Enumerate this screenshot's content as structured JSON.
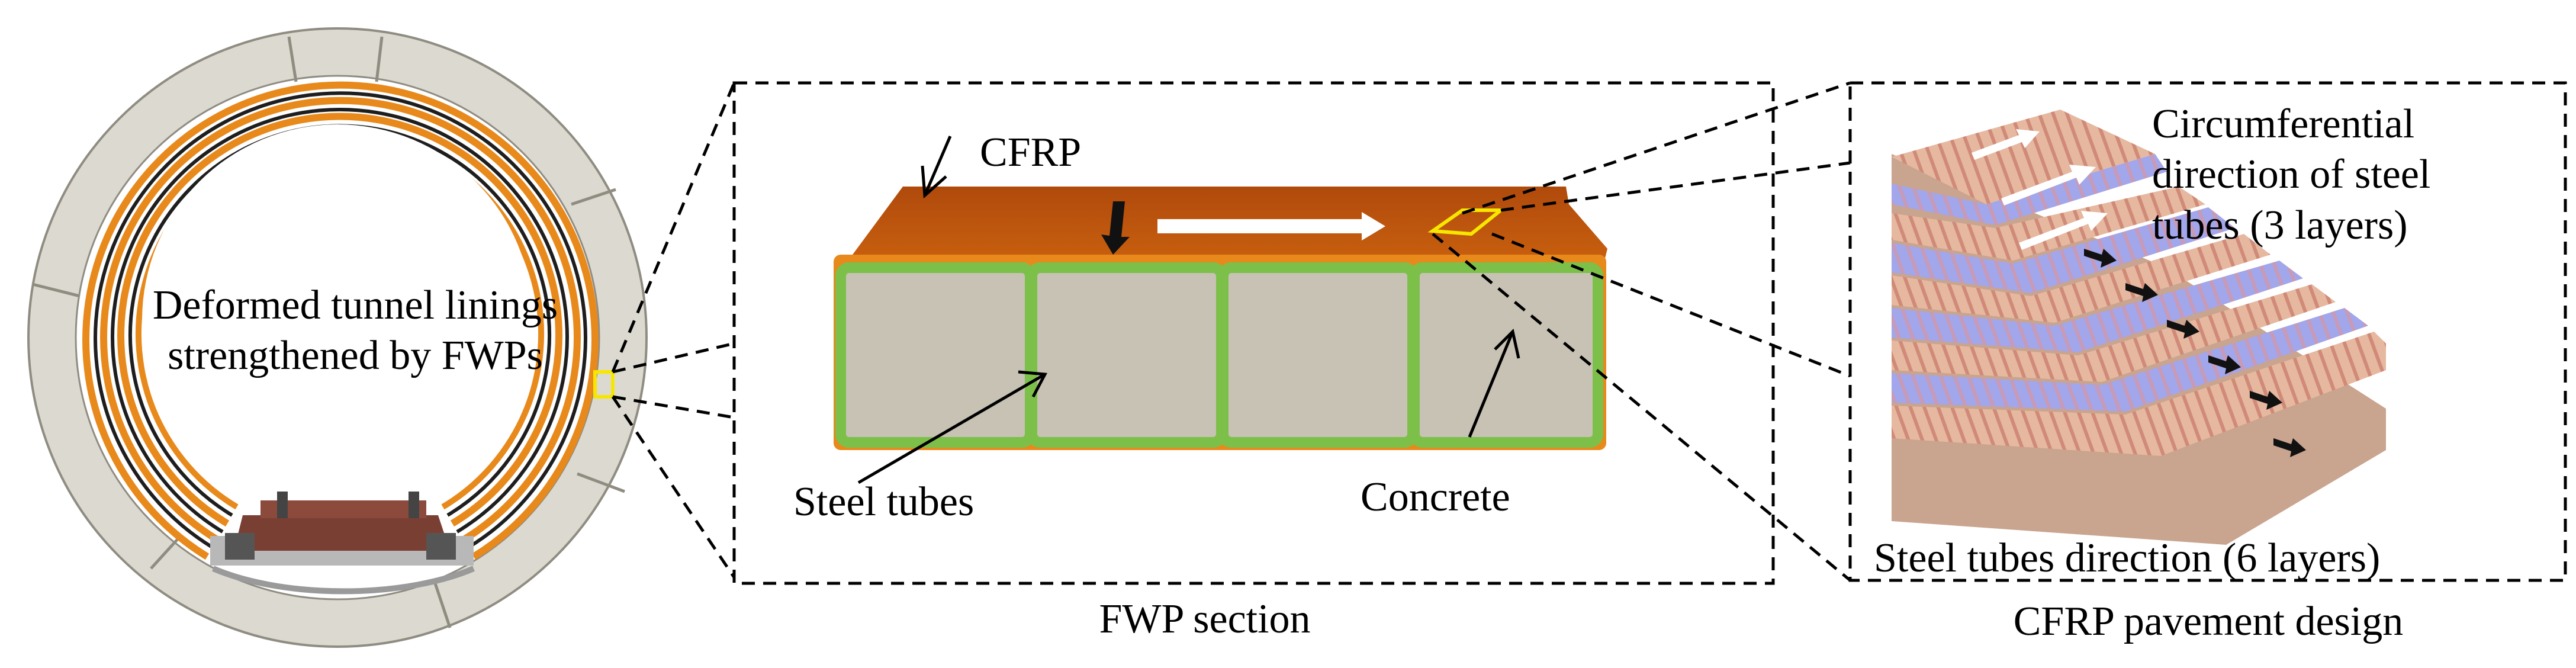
{
  "tunnel": {
    "label_line1": "Deformed tunnel linings",
    "label_line2": "strengthened by FWPs"
  },
  "fwp_section": {
    "caption": "FWP section",
    "cfrp_label": "CFRP",
    "steel_tubes_label": "Steel tubes",
    "concrete_label": "Concrete"
  },
  "cfrp_pavement": {
    "caption": "CFRP pavement design",
    "circ_line1": "Circumferential",
    "circ_line2": "direction of steel",
    "circ_line3": "tubes (3 layers)",
    "steel_dir_label": "Steel tubes direction (6 layers)"
  },
  "colors": {
    "cfrp_orange": "#c0560f",
    "steel_green": "#7cc04a",
    "concrete_gray": "#c8c2b4",
    "highlight_yellow": "#f7e600",
    "layer_blue": "#9da3e6",
    "layer_tan": "#e0b49a"
  }
}
